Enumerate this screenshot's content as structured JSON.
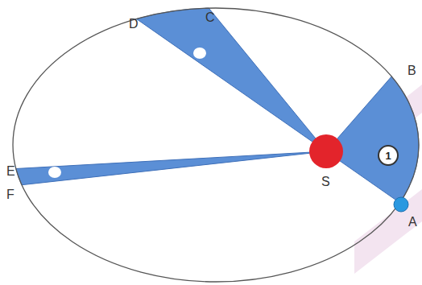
{
  "diagram": {
    "nodes": [
      {
        "text": [
          "1"
        ]
      }
    ],
    "labels": [
      "D",
      "C",
      "E",
      "F",
      "S",
      "B",
      "A"
    ]
  }
}
